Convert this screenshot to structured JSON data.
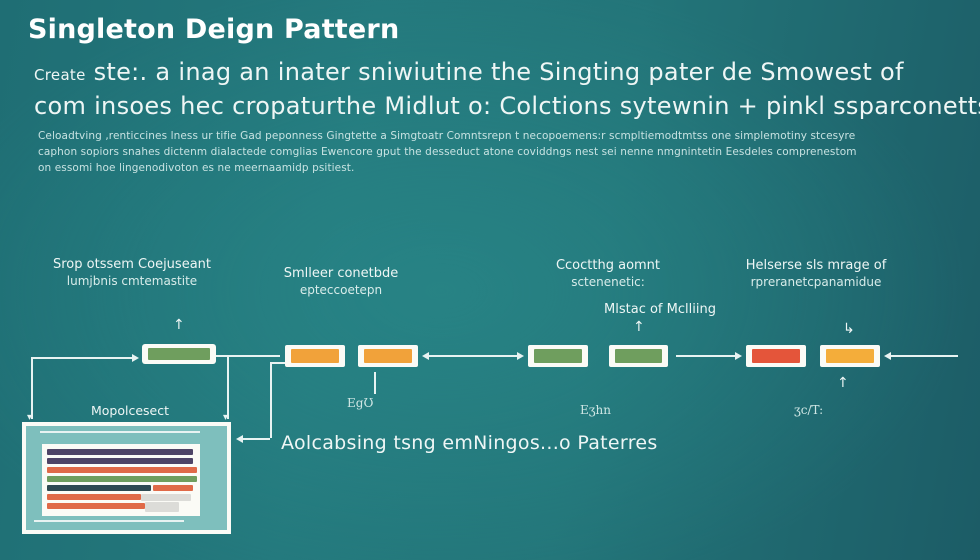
{
  "header": {
    "title": "Singleton Deign Pattern",
    "subtitle_line1_prefix": "Create",
    "subtitle_line1": "ste:. a inag an inater sniwiutine the Singting pater de Smowest of",
    "subtitle_line2": "com insoes hec cropaturthe Midlut o: Colctions sytewnin + pinkl ssparconetts."
  },
  "description": {
    "lines": [
      "Celoadtving ,renticcines lness ur tifie Gad peponness Gingtette a Simgtoatr Comntsrepn t necopoemens:r scmpltiemodtmtss one simplemotiny stcesyre",
      "caphon sopiors snahes dictenm dialactede comglias Ewencore gput the desseduct atone coviddngs nest sei nenne nmgnintetin Eesdeles comprenestom",
      "on essomi hoe lingenodivoton es ne meernaamidp psitiest."
    ]
  },
  "diagram": {
    "labels": {
      "top_left": {
        "line1": "Srop otssem Coejuseant",
        "line2": "lumjbnis cmtemastite"
      },
      "top_center_left": {
        "line1": "Smlleer conetbde",
        "line2": "epteccoetepn"
      },
      "top_center_right": {
        "line1": "Ccoctthg aomnt",
        "line2": "sctenenetic:"
      },
      "mid_center_right": "Mlstac of Mclliing",
      "top_right": {
        "line1": "Helserse sls mrage of",
        "line2": "rpreranetcpanamidue"
      },
      "panel_title": "Mopolcesect",
      "bottom_caption": "Aolcabsing tsng emNingos...o Paterres"
    },
    "glyph_labels": [
      "EgƱ",
      "Eʒhn",
      "ʒc/T:"
    ],
    "boxes": [
      {
        "id": "box-1",
        "color": "#6f9e5e"
      },
      {
        "id": "box-2",
        "color": "#f1a23a"
      },
      {
        "id": "box-3",
        "color": "#f1a23a"
      },
      {
        "id": "box-4",
        "color": "#6f9e5e"
      },
      {
        "id": "box-5",
        "color": "#6f9e5e"
      },
      {
        "id": "box-6",
        "color": "#e4553a"
      },
      {
        "id": "box-7",
        "color": "#f4ad3a"
      }
    ],
    "panel_bars": [
      {
        "color": "#4e4466",
        "width_pct": 100
      },
      {
        "color": "#4e4466",
        "width_pct": 100
      },
      {
        "color": "#e06a48",
        "width_pct": 100
      },
      {
        "color": "#6f9e5e",
        "width_pct": 100
      },
      {
        "color": "#2f4a52",
        "width_pct": 72,
        "tail_color": "#e06a48"
      },
      {
        "color": "#e06a48",
        "width_pct": 64
      },
      {
        "color": "#e06a48",
        "width_pct": 68
      }
    ]
  },
  "colors": {
    "background": "#23767a",
    "text": "#eef6f5",
    "box_border": "#fbfbf6",
    "green": "#6f9e5e",
    "orange": "#f1a23a",
    "red": "#e4553a",
    "panel_bg": "#7ebfbd"
  }
}
